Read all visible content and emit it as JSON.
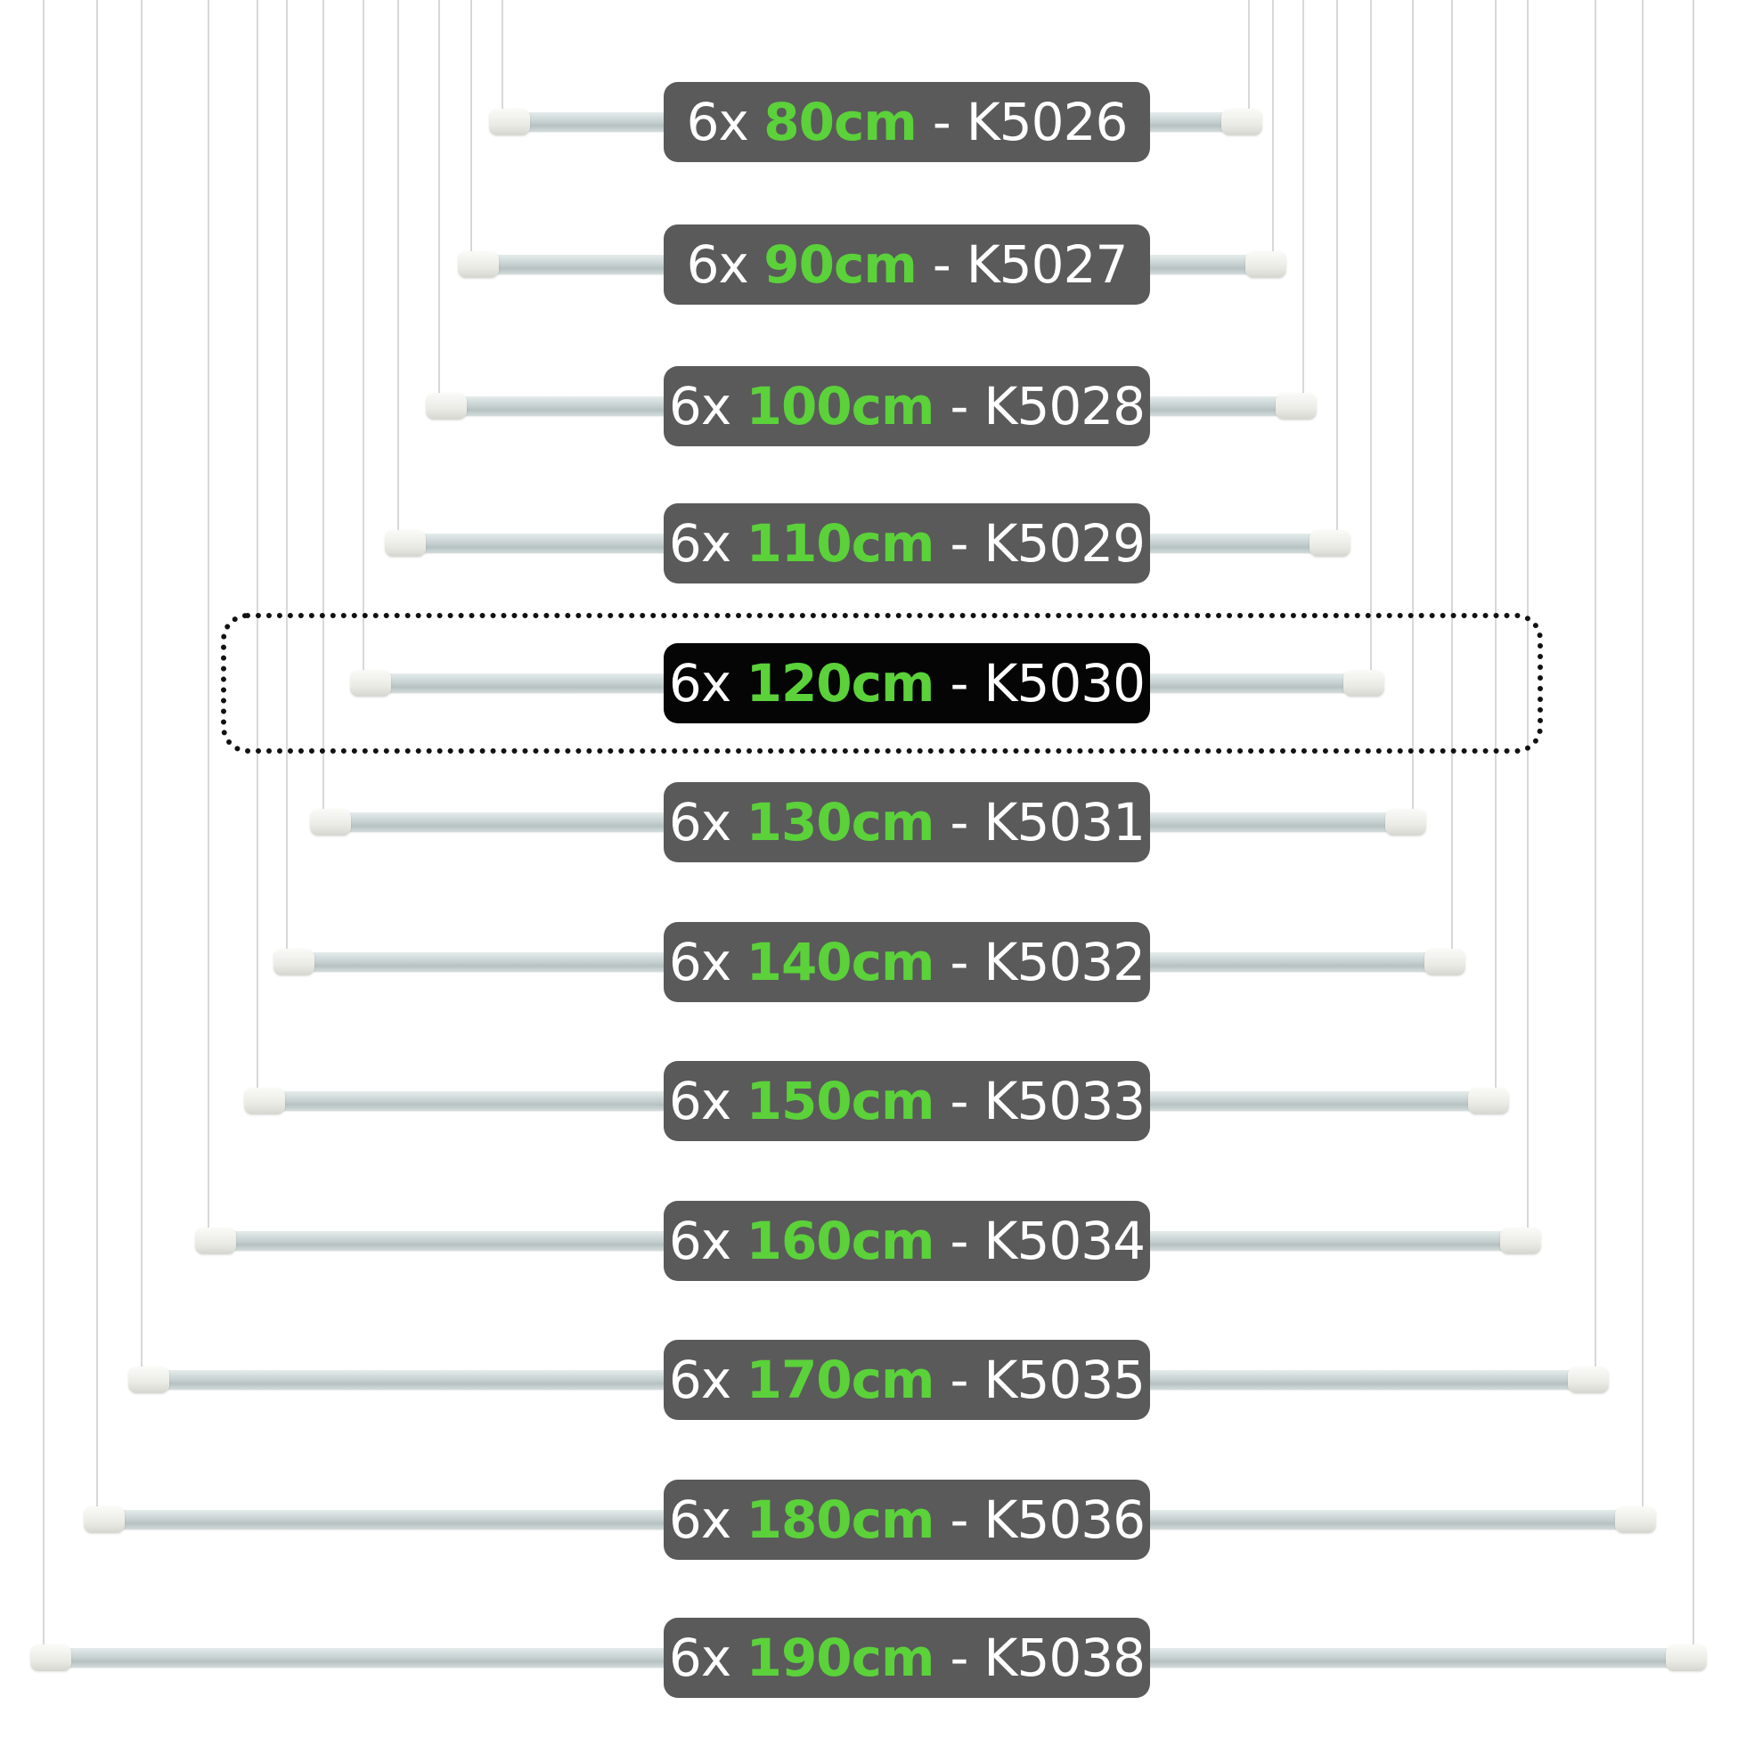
{
  "items": [
    {
      "qty": "6x",
      "length": "80cm",
      "sep": "-",
      "code": "K5026"
    },
    {
      "qty": "6x",
      "length": "90cm",
      "sep": "-",
      "code": "K5027"
    },
    {
      "qty": "6x",
      "length": "100cm",
      "sep": "-",
      "code": "K5028"
    },
    {
      "qty": "6x",
      "length": "110cm",
      "sep": "-",
      "code": "K5029"
    },
    {
      "qty": "6x",
      "length": "120cm",
      "sep": "-",
      "code": "K5030",
      "highlighted": true
    },
    {
      "qty": "6x",
      "length": "130cm",
      "sep": "-",
      "code": "K5031"
    },
    {
      "qty": "6x",
      "length": "140cm",
      "sep": "-",
      "code": "K5032"
    },
    {
      "qty": "6x",
      "length": "150cm",
      "sep": "-",
      "code": "K5033"
    },
    {
      "qty": "6x",
      "length": "160cm",
      "sep": "-",
      "code": "K5034"
    },
    {
      "qty": "6x",
      "length": "170cm",
      "sep": "-",
      "code": "K5035"
    },
    {
      "qty": "6x",
      "length": "180cm",
      "sep": "-",
      "code": "K5036"
    },
    {
      "qty": "6x",
      "length": "190cm",
      "sep": "-",
      "code": "K5038"
    }
  ],
  "colors": {
    "label_bg": "#5a5a5a",
    "label_bg_active": "#050505",
    "length_text": "#5bd13a",
    "text": "#ffffff",
    "rod": "#c9d3d3",
    "cap": "#ebebe6"
  }
}
